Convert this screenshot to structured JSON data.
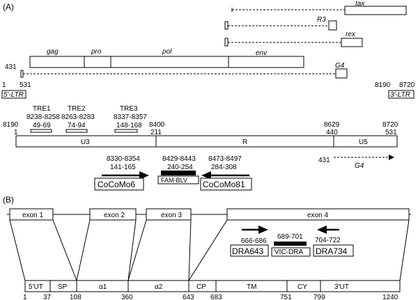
{
  "panel_a": {
    "label": "(A)",
    "orfs": {
      "tax": "tax",
      "r3": "R3",
      "rex": "rex",
      "gag": "gag",
      "pro": "pro",
      "pol": "pol",
      "env": "env",
      "g4": "G4"
    },
    "genome": {
      "start_pos": "431",
      "start_one": "1",
      "start_531": "531",
      "ltr5": "5'-LTR",
      "end_8190": "8190",
      "end_8720": "8720",
      "ltr3": "3'-LTR"
    },
    "tre": [
      {
        "name": "TRE1",
        "range": "8238-8258",
        "rel": "49-69"
      },
      {
        "name": "TRE2",
        "range": "8263-8283",
        "rel": "74-94"
      },
      {
        "name": "TRE3",
        "range": "8337-8357",
        "rel": "148-168"
      }
    ],
    "ltr_bar": {
      "left_top": "8190",
      "left_bot": "1",
      "mid_top": "8400",
      "mid_bot": "211",
      "right_top": "8629",
      "right_bot": "440",
      "end_top": "8720",
      "end_bot": "531",
      "u3": "U3",
      "r": "R",
      "u5": "U5",
      "g4_pos": "431",
      "g4": "G4"
    },
    "primers": {
      "fwd": {
        "range": "8330-8354",
        "rel": "141-165",
        "name": "CoCoMo6"
      },
      "probe": {
        "range": "8429-8443",
        "rel": "240-254",
        "name": "FAM-BLV"
      },
      "rev": {
        "range": "8473-8497",
        "rel": "284-308",
        "name": "CoCoMo81"
      }
    }
  },
  "panel_b": {
    "label": "(B)",
    "exons": [
      "exon 1",
      "exon 2",
      "exon 3",
      "exon 4"
    ],
    "primers": {
      "fwd": {
        "range": "666-686",
        "name": "DRA643"
      },
      "probe": {
        "range": "689-701",
        "name": "VIC-DRA"
      },
      "rev": {
        "range": "704-722",
        "name": "DRA734"
      }
    },
    "domains": [
      "5'UT",
      "SP",
      "α1",
      "α2",
      "CP",
      "TM",
      "CY",
      "3'UT"
    ],
    "positions": [
      "1",
      "37",
      "108",
      "360",
      "643",
      "683",
      "751",
      "799",
      "1240"
    ]
  }
}
